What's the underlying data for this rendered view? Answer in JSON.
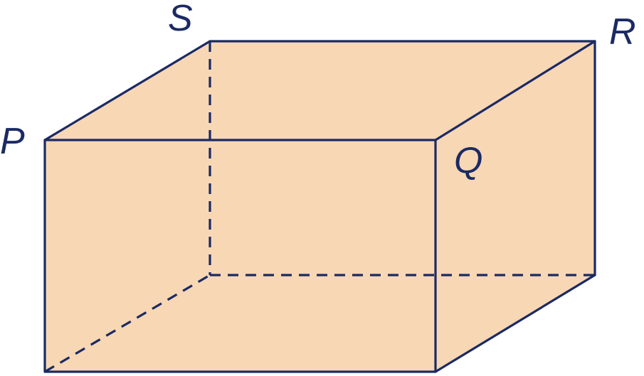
{
  "vertices": {
    "P": "P",
    "Q": "Q",
    "R": "R",
    "S": "S"
  },
  "colors": {
    "fill": "#f8d7b5",
    "stroke": "#1b2a63",
    "label": "#1b2a63"
  }
}
